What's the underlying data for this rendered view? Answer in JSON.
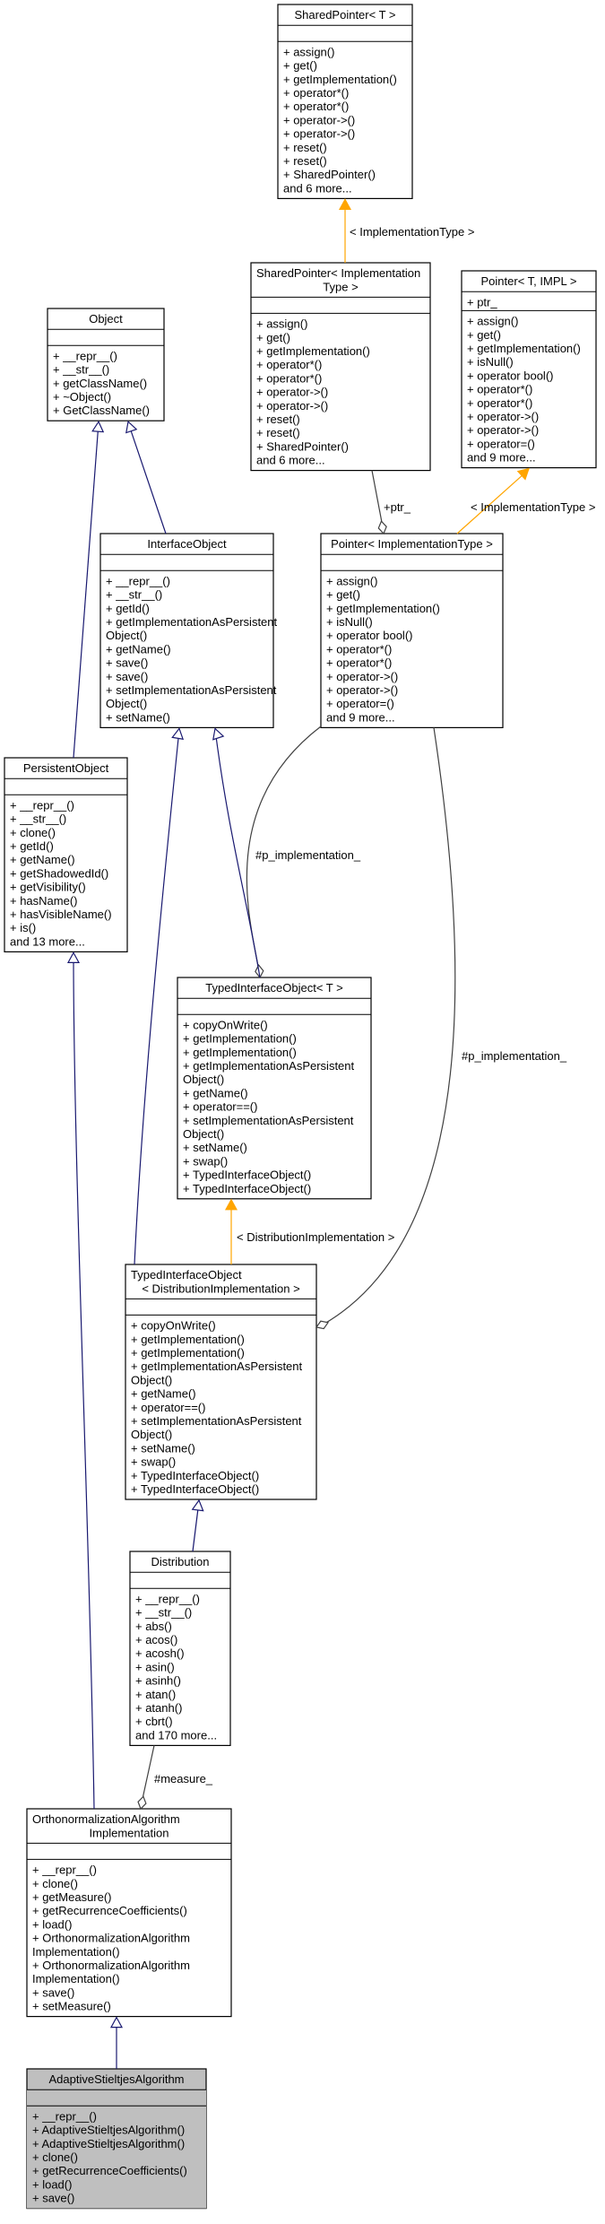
{
  "classes": [
    {
      "id": "shared_ptr_t",
      "title": [
        "SharedPointer< T >"
      ],
      "attrs": [],
      "methods": [
        "+ assign()",
        "+ get()",
        "+ getImplementation()",
        "+ operator*()",
        "+ operator*()",
        "+ operator->()",
        "+ operator->()",
        "+ reset()",
        "+ reset()",
        "+ SharedPointer()",
        "and 6 more..."
      ],
      "highlight": false
    },
    {
      "id": "shared_ptr_impl",
      "title": [
        "SharedPointer< Implementation",
        "Type >"
      ],
      "attrs": [],
      "methods": [
        "+ assign()",
        "+ get()",
        "+ getImplementation()",
        "+ operator*()",
        "+ operator*()",
        "+ operator->()",
        "+ operator->()",
        "+ reset()",
        "+ reset()",
        "+ SharedPointer()",
        "and 6 more..."
      ],
      "highlight": false
    },
    {
      "id": "pointer_t_impl",
      "title": [
        "Pointer< T, IMPL >"
      ],
      "attrs": [
        "+ ptr_"
      ],
      "methods": [
        "+ assign()",
        "+ get()",
        "+ getImplementation()",
        "+ isNull()",
        "+ operator bool()",
        "+ operator*()",
        "+ operator*()",
        "+ operator->()",
        "+ operator->()",
        "+ operator=()",
        "and 9 more..."
      ],
      "highlight": false
    },
    {
      "id": "object",
      "title": [
        "Object"
      ],
      "attrs": [],
      "methods": [
        "+ __repr__()",
        "+ __str__()",
        "+ getClassName()",
        "+ ~Object()",
        "+ GetClassName()"
      ],
      "highlight": false
    },
    {
      "id": "interface_object",
      "title": [
        "InterfaceObject"
      ],
      "attrs": [],
      "methods": [
        "+ __repr__()",
        "+ __str__()",
        "+ getId()",
        "+ getImplementationAsPersistent",
        "Object()",
        "+ getName()",
        "+ save()",
        "+ save()",
        "+ setImplementationAsPersistent",
        "Object()",
        "+ setName()"
      ],
      "highlight": false
    },
    {
      "id": "pointer_impl",
      "title": [
        "Pointer< ImplementationType >"
      ],
      "attrs": [],
      "methods": [
        "+ assign()",
        "+ get()",
        "+ getImplementation()",
        "+ isNull()",
        "+ operator bool()",
        "+ operator*()",
        "+ operator*()",
        "+ operator->()",
        "+ operator->()",
        "+ operator=()",
        "and 9 more..."
      ],
      "highlight": false
    },
    {
      "id": "persistent_object",
      "title": [
        "PersistentObject"
      ],
      "attrs": [],
      "methods": [
        "+ __repr__()",
        "+ __str__()",
        "+ clone()",
        "+ getId()",
        "+ getName()",
        "+ getShadowedId()",
        "+ getVisibility()",
        "+ hasName()",
        "+ hasVisibleName()",
        "+ is()",
        "and 13 more..."
      ],
      "highlight": false
    },
    {
      "id": "typed_interface_t",
      "title": [
        "TypedInterfaceObject< T >"
      ],
      "attrs": [],
      "methods": [
        "+ copyOnWrite()",
        "+ getImplementation()",
        "+ getImplementation()",
        "+ getImplementationAsPersistent",
        "Object()",
        "+ getName()",
        "+ operator==()",
        "+ setImplementationAsPersistent",
        "Object()",
        "+ setName()",
        "+ swap()",
        "+ TypedInterfaceObject()",
        "+ TypedInterfaceObject()"
      ],
      "highlight": false
    },
    {
      "id": "typed_interface_dist",
      "title": [
        "TypedInterfaceObject",
        "< DistributionImplementation >"
      ],
      "attrs": [],
      "methods": [
        "+ copyOnWrite()",
        "+ getImplementation()",
        "+ getImplementation()",
        "+ getImplementationAsPersistent",
        "Object()",
        "+ getName()",
        "+ operator==()",
        "+ setImplementationAsPersistent",
        "Object()",
        "+ setName()",
        "+ swap()",
        "+ TypedInterfaceObject()",
        "+ TypedInterfaceObject()"
      ],
      "highlight": false
    },
    {
      "id": "distribution",
      "title": [
        "Distribution"
      ],
      "attrs": [],
      "methods": [
        "+ __repr__()",
        "+ __str__()",
        "+ abs()",
        "+ acos()",
        "+ acosh()",
        "+ asin()",
        "+ asinh()",
        "+ atan()",
        "+ atanh()",
        "+ cbrt()",
        "and 170 more..."
      ],
      "highlight": false
    },
    {
      "id": "ortho_impl",
      "title": [
        "OrthonormalizationAlgorithm",
        "Implementation"
      ],
      "attrs": [],
      "methods": [
        "+ __repr__()",
        "+ clone()",
        "+ getMeasure()",
        "+ getRecurrenceCoefficients()",
        "+ load()",
        "+ OrthonormalizationAlgorithm",
        "Implementation()",
        "+ OrthonormalizationAlgorithm",
        "Implementation()",
        "+ save()",
        "+ setMeasure()"
      ],
      "highlight": false
    },
    {
      "id": "adaptive",
      "title": [
        "AdaptiveStieltjesAlgorithm"
      ],
      "attrs": [],
      "methods": [
        "+ __repr__()",
        "+ AdaptiveStieltjesAlgorithm()",
        "+ AdaptiveStieltjesAlgorithm()",
        "+ clone()",
        "+ getRecurrenceCoefficients()",
        "+ load()",
        "+ save()"
      ],
      "highlight": true
    }
  ],
  "edges": [
    {
      "id": "e1",
      "kind": "template",
      "label": "< ImplementationType >"
    },
    {
      "id": "e2",
      "kind": "template",
      "label": "< ImplementationType >"
    },
    {
      "id": "e3",
      "kind": "aggregation",
      "label": "+ptr_"
    },
    {
      "id": "e4",
      "kind": "inherit",
      "label": ""
    },
    {
      "id": "e5",
      "kind": "inherit",
      "label": ""
    },
    {
      "id": "e6",
      "kind": "aggregation",
      "label": "#p_implementation_"
    },
    {
      "id": "e7",
      "kind": "inherit",
      "label": ""
    },
    {
      "id": "e8",
      "kind": "template",
      "label": "< DistributionImplementation >"
    },
    {
      "id": "e9",
      "kind": "aggregation",
      "label": "#p_implementation_"
    },
    {
      "id": "e10",
      "kind": "inherit",
      "label": ""
    },
    {
      "id": "e11",
      "kind": "inherit",
      "label": ""
    },
    {
      "id": "e12",
      "kind": "inherit",
      "label": ""
    },
    {
      "id": "e13",
      "kind": "aggregation",
      "label": "#measure_"
    },
    {
      "id": "e14",
      "kind": "inherit",
      "label": ""
    }
  ],
  "colors": {
    "inherit": "#191970",
    "template": "#ffa500",
    "aggregation": "#404040",
    "highlight_fill": "#bfbfbf",
    "border": "#000000"
  }
}
